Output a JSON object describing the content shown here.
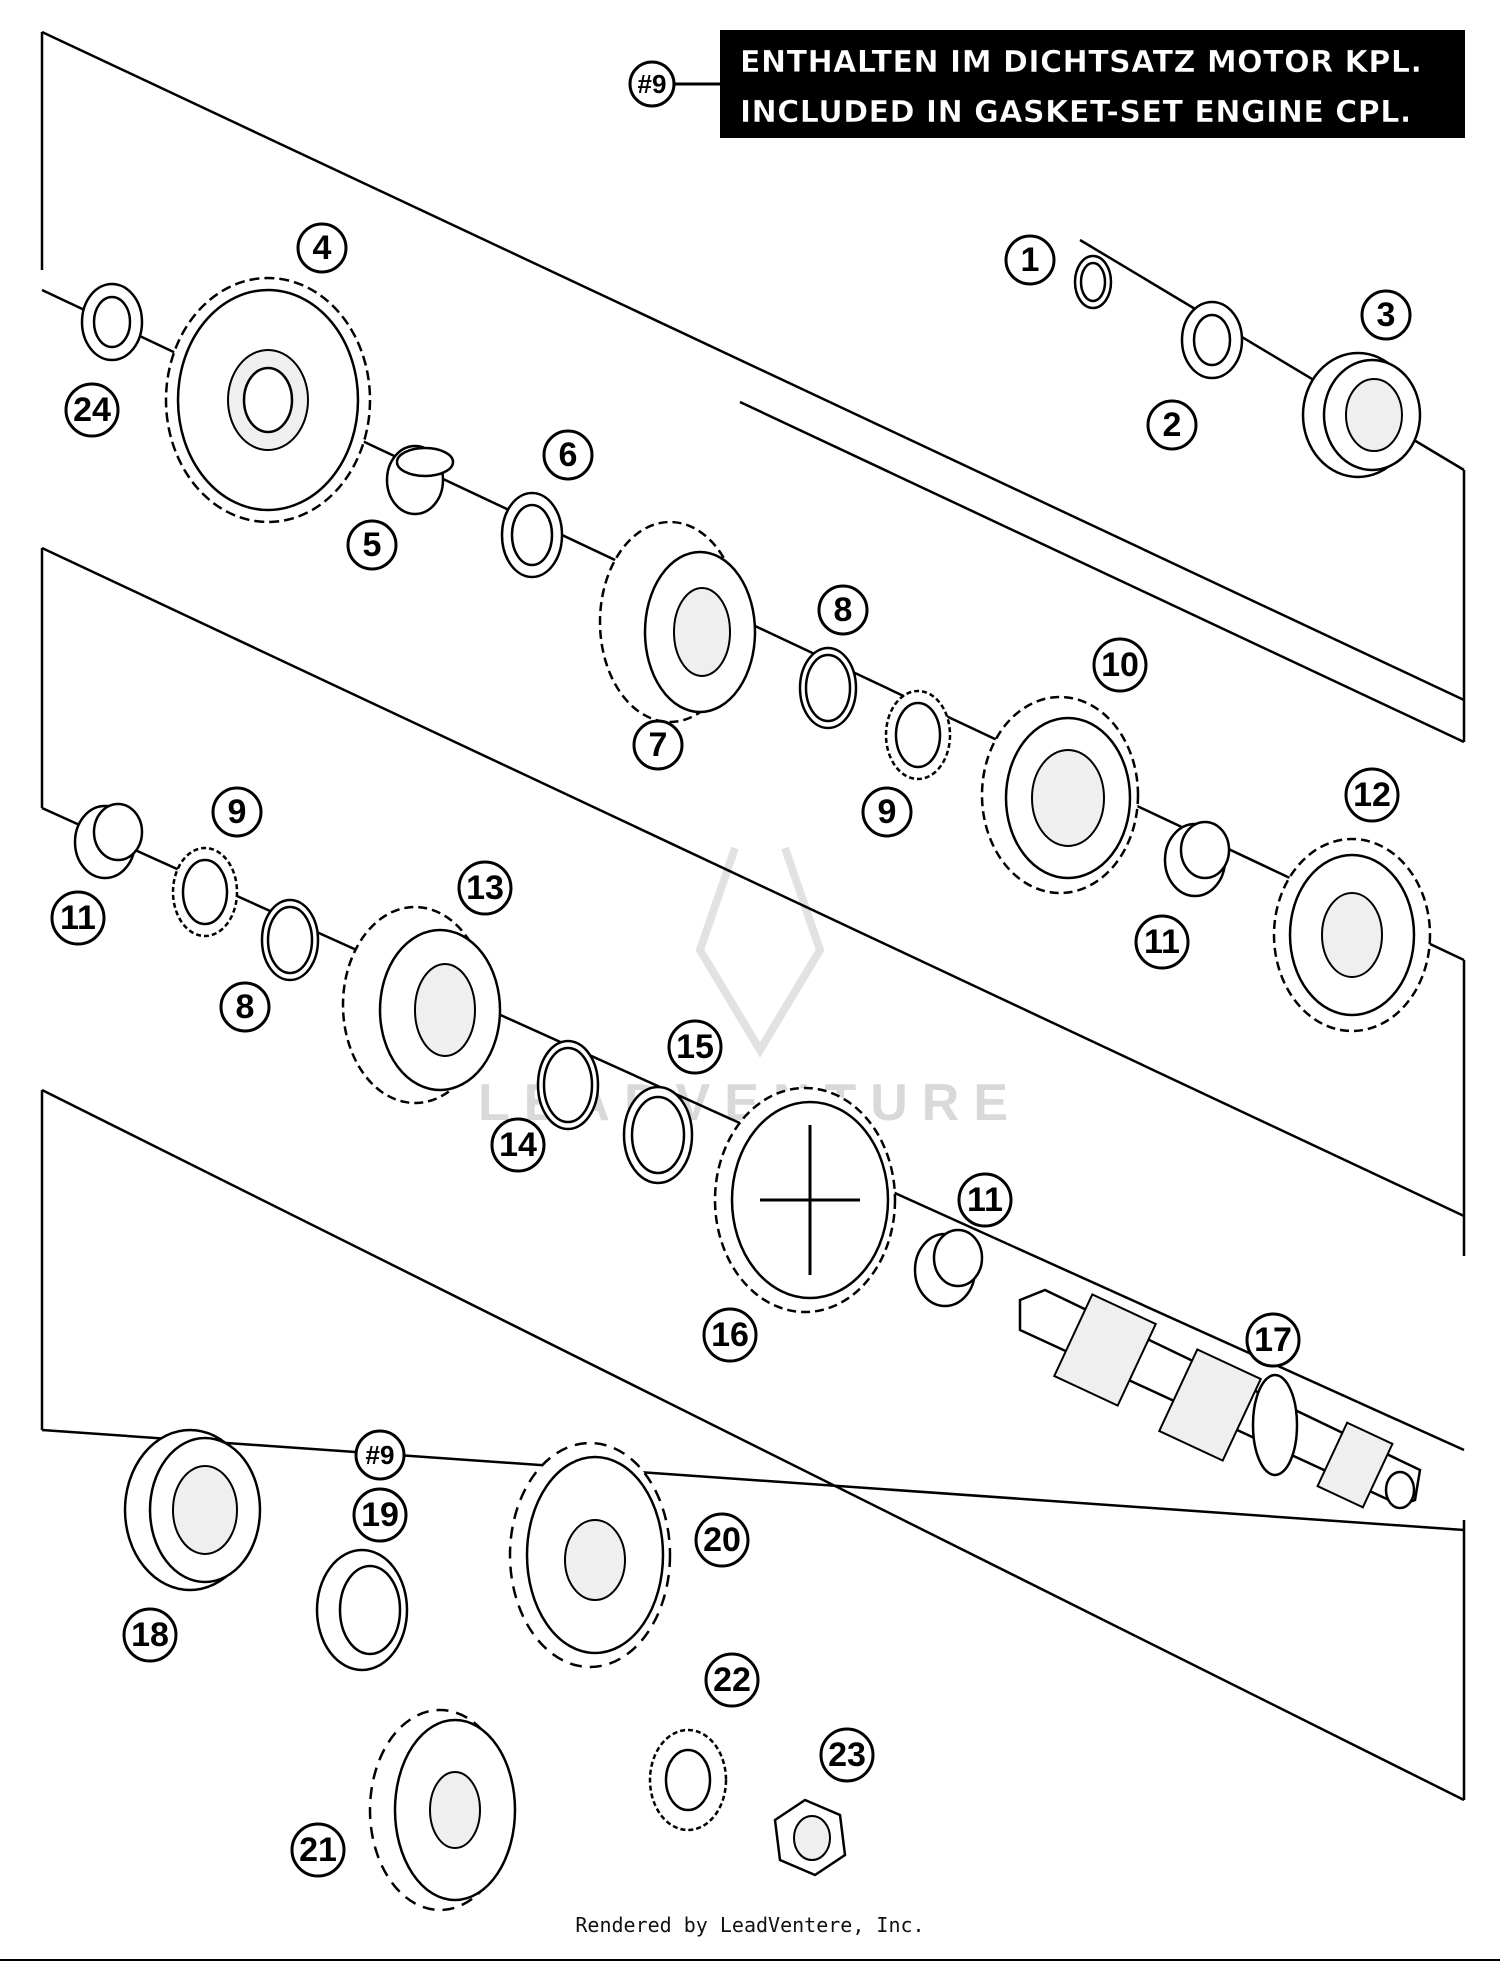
{
  "note": {
    "ref_label": "#9",
    "line1": "ENTHALTEN IM DICHTSATZ MOTOR KPL.",
    "line2": "INCLUDED IN GASKET-SET ENGINE CPL."
  },
  "callouts": {
    "c1": "1",
    "c2": "2",
    "c3": "3",
    "c4": "4",
    "c5": "5",
    "c6": "6",
    "c7": "7",
    "c8a": "8",
    "c8b": "8",
    "c9a": "9",
    "c9b": "9",
    "c10": "10",
    "c11a": "11",
    "c11b": "11",
    "c11c": "11",
    "c12": "12",
    "c13": "13",
    "c14": "14",
    "c15": "15",
    "c16": "16",
    "c17": "17",
    "c18": "18",
    "c19ref": "#9",
    "c19": "19",
    "c20": "20",
    "c21": "21",
    "c22": "22",
    "c23": "23",
    "c24": "24"
  },
  "watermark": "LEADVENTURE",
  "footer": "Rendered by LeadVentеre, Inc."
}
